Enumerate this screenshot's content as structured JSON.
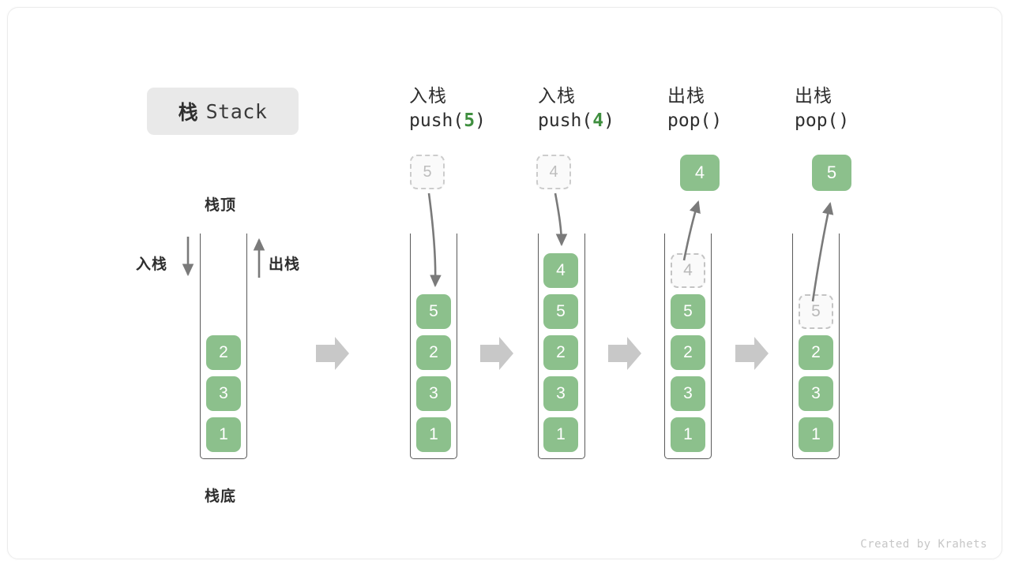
{
  "title": {
    "cn": "栈",
    "en": "Stack"
  },
  "annotations": {
    "top": "栈顶",
    "bottom": "栈底",
    "push_side": "入栈",
    "pop_side": "出栈"
  },
  "colors": {
    "element_green": "#8cc08c",
    "ghost_border": "#c4c4c4",
    "ghost_text": "#b9b9b9",
    "arrow_gray": "#7a7a7a",
    "block_arrow_gray": "#c8c8c8",
    "chip_bg": "#e9e9e9",
    "code_accent": "#3f8f3f"
  },
  "stages": [
    {
      "id": "initial",
      "op_cn": "",
      "op_code": "",
      "op_code_arg": "",
      "elements": [
        "2",
        "3",
        "1"
      ],
      "ghost_top": null,
      "floating": null,
      "floating_kind": null
    },
    {
      "id": "push-5",
      "op_cn": "入栈",
      "op_code_prefix": "push(",
      "op_code_arg": "5",
      "op_code_suffix": ")",
      "elements": [
        "5",
        "2",
        "3",
        "1"
      ],
      "ghost_top": null,
      "floating": "5",
      "floating_kind": "ghost"
    },
    {
      "id": "push-4",
      "op_cn": "入栈",
      "op_code_prefix": "push(",
      "op_code_arg": "4",
      "op_code_suffix": ")",
      "elements": [
        "4",
        "5",
        "2",
        "3",
        "1"
      ],
      "ghost_top": null,
      "floating": "4",
      "floating_kind": "ghost"
    },
    {
      "id": "pop-4",
      "op_cn": "出栈",
      "op_code_prefix": "pop(",
      "op_code_arg": "",
      "op_code_suffix": ")",
      "elements": [
        "5",
        "2",
        "3",
        "1"
      ],
      "ghost_top": "4",
      "floating": "4",
      "floating_kind": "solid"
    },
    {
      "id": "pop-5",
      "op_cn": "出栈",
      "op_code_prefix": "pop(",
      "op_code_arg": "",
      "op_code_suffix": ")",
      "elements": [
        "2",
        "3",
        "1"
      ],
      "ghost_top": "5",
      "floating": "5",
      "floating_kind": "solid"
    }
  ],
  "footer": "Created by Krahets"
}
